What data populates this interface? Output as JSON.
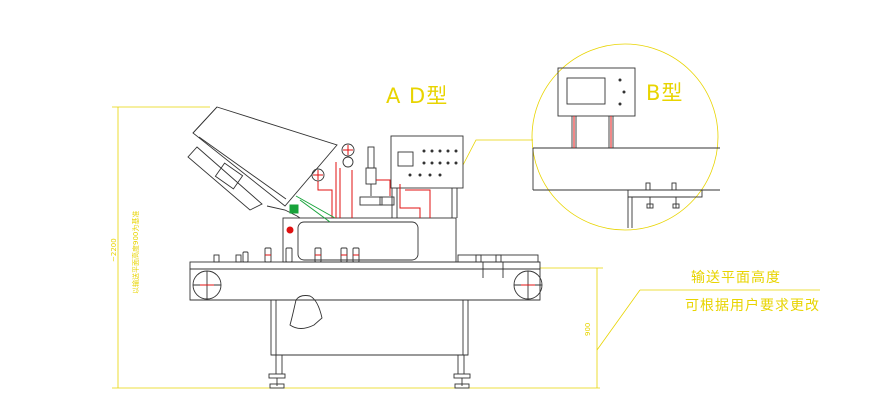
{
  "labels": {
    "model_ad": "A D型",
    "model_b": "B型",
    "note_line1": "输送平面高度",
    "note_line2": "可根据用户要求更改",
    "dim_total_height": "~2200",
    "dim_conveyor_height": "900",
    "dim_vertical_note": "以输送平面高度900为基准"
  },
  "colors": {
    "line": "#333333",
    "dimension": "#e8d400",
    "accent_red": "#e01010",
    "accent_green": "#17a33a"
  }
}
